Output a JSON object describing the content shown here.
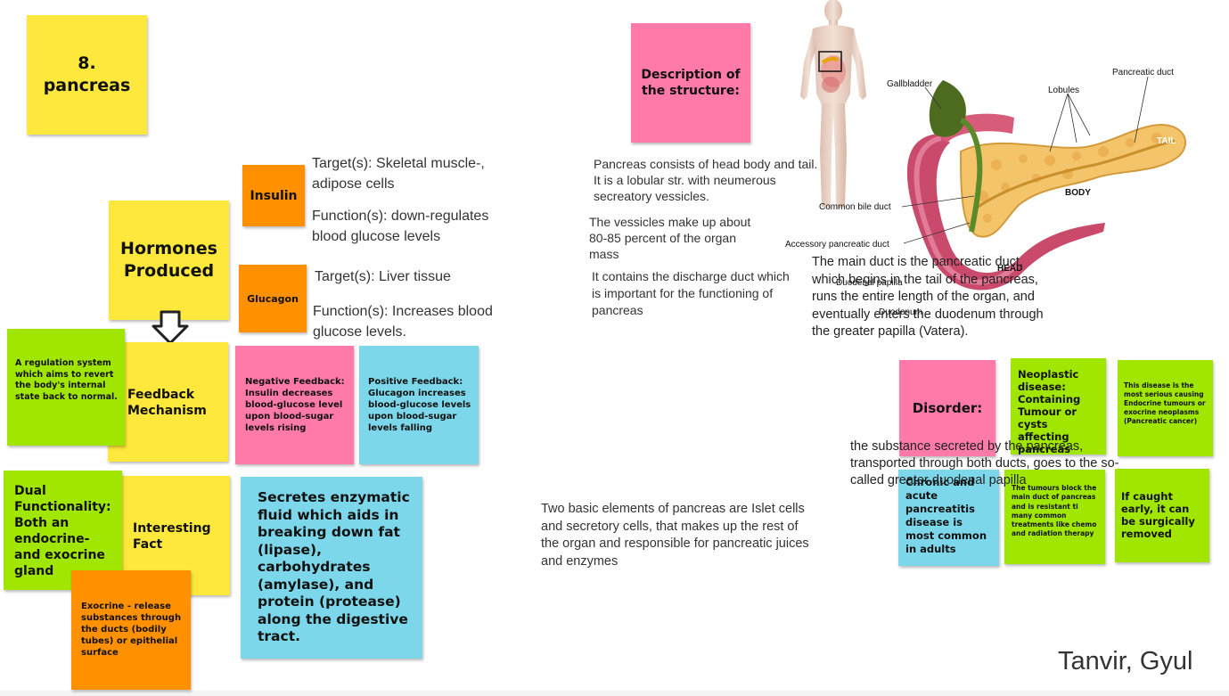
{
  "title": "8.\npancreas",
  "hormones_produced": "Hormones Produced",
  "insulin": {
    "label": "Insulin",
    "target": "Target(s): Skeletal muscle-, adipose cells",
    "function": "Function(s): down-regulates blood glucose levels"
  },
  "glucagon": {
    "label": "Glucagon",
    "target": "Target(s): Liver tissue",
    "function": "Function(s): Increases blood glucose levels."
  },
  "regulation_note": "A regulation system which aims to revert the body's internal state back to normal.",
  "feedback_mechanism": "Feedback Mechanism",
  "negative_feedback": "Negative Feedback: Insulin decreases blood-glucose level upon blood-sugar levels rising",
  "positive_feedback": "Positive Feedback: Glucagon increases blood-glucose levels upon blood-sugar levels falling",
  "dual_functionality": "Dual Functionality: Both an endocrine- and exocrine gland",
  "interesting_fact": "Interesting Fact",
  "exocrine_note": "Exocrine - release substances through the ducts (bodily tubes) or epithelial surface",
  "enzymatic_note": "Secretes enzymatic fluid which aids in breaking down fat (lipase), carbohydrates (amylase), and protein (protease) along the digestive tract.",
  "description_title": "Description of the structure:",
  "desc_para1": "Pancreas consists of head body and tail. It is a lobular str. with neumerous secreatory vessicles.",
  "desc_para2": "The vessicles make up about 80-85 percent of the organ mass",
  "desc_para3": "It contains the discharge duct which is important for the functioning of pancreas",
  "main_duct_text": "The main duct is the pancreatic duct, which begins in the tail of the pancreas, runs the entire length of the organ, and eventually enters the duodenum through the greater papilla (Vatera).",
  "substance_text": "the substance secreted by the pancreas, transported through both ducts, goes to the so-called greater duodenal papilla",
  "elements_text": "Two basic elements of pancreas are Islet cells and secretory cells, that makes up the rest of the organ and responsible for pancreatic juices and enzymes",
  "disorder": {
    "label": "Disorder:",
    "neoplastic": "Neoplastic disease: Containing Tumour or cysts affecting pancreas",
    "serious": "This disease is the most serious causing Endocrine tumours or exocrine neoplasms (Pancreatic cancer)",
    "chronic": "Chronic and acute pancreatitis disease is most common in adults",
    "tumours": "The tumours block the main duct of pancreas and is resistant ti many common treatments like chemo and radiation therapy",
    "caught_early": "If caught early, it can be surgically removed"
  },
  "diagram_labels": {
    "gallbladder": "Gallbladder",
    "lobules": "Lobules",
    "pancreatic_duct": "Pancreatic duct",
    "tail": "TAIL",
    "body": "BODY",
    "common_bile_duct": "Common bile duct",
    "accessory_duct": "Accessory pancreatic duct",
    "head": "HEAD",
    "duodenal_papilla": "Duodenal papilla",
    "duodenum": "Duodenum"
  },
  "authors": "Tanvir, Gyul",
  "colors": {
    "yellow": "#fde83b",
    "orange": "#ff9100",
    "green": "#a0e600",
    "pink": "#ff7aa8",
    "blue": "#7bd7e9"
  }
}
